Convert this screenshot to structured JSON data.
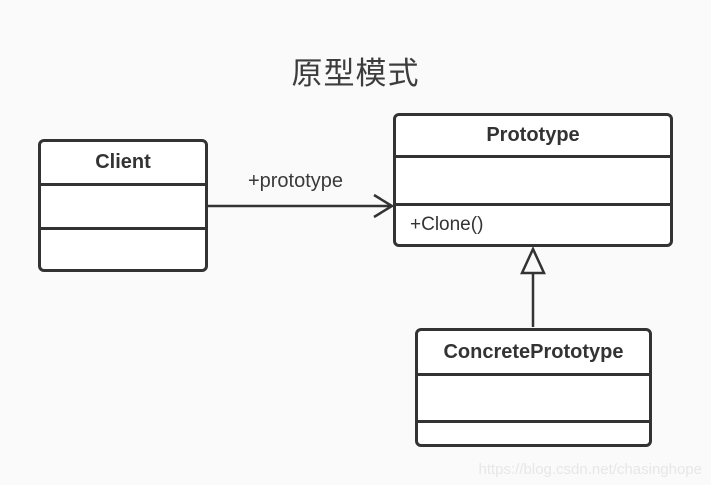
{
  "title": "原型模式",
  "classes": {
    "client": {
      "name": "Client"
    },
    "prototype": {
      "name": "Prototype",
      "method": "+Clone()"
    },
    "concrete": {
      "name": "ConcretePrototype"
    }
  },
  "relations": {
    "association": {
      "type": "association",
      "label": "+prototype",
      "from": "Client",
      "to": "Prototype"
    },
    "generalization": {
      "type": "generalization",
      "from": "ConcretePrototype",
      "to": "Prototype"
    }
  },
  "watermark": "https://blog.csdn.net/chasinghope",
  "colors": {
    "background": "#fafafa",
    "box_fill": "#ffffff",
    "line": "#333333",
    "title_text": "#3d3d3d",
    "watermark": "#e7e7e7"
  }
}
